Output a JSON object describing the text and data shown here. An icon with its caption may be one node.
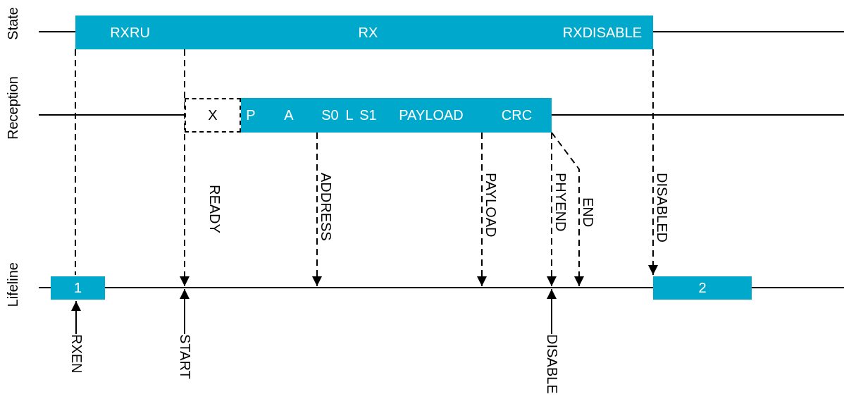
{
  "diagram": {
    "nodes": [
      {
        "text": [
          "RXRU"
        ]
      },
      {
        "text": [
          "RX"
        ]
      },
      {
        "text": [
          "RXDISABLE"
        ]
      },
      {
        "text": [
          "X"
        ]
      },
      {
        "text": [
          "P"
        ]
      },
      {
        "text": [
          "A"
        ]
      },
      {
        "text": [
          "S0"
        ]
      },
      {
        "text": [
          "L"
        ]
      },
      {
        "text": [
          "S1"
        ]
      },
      {
        "text": [
          "PAYLOAD"
        ]
      },
      {
        "text": [
          "CRC"
        ]
      },
      {
        "text": [
          "1"
        ]
      },
      {
        "text": [
          "2"
        ]
      },
      {
        "text": [
          "RXEN"
        ]
      },
      {
        "text": [
          "START"
        ]
      },
      {
        "text": [
          "DISABLE"
        ]
      }
    ],
    "edges": [
      {
        "from": 0,
        "to": 11,
        "arrow": "none",
        "style": "dashed"
      },
      {
        "from": 1,
        "to": null,
        "arrow": "to",
        "style": "dashed",
        "label": "READY"
      },
      {
        "from": 5,
        "to": null,
        "arrow": "to",
        "style": "dashed",
        "label": "ADDRESS"
      },
      {
        "from": 9,
        "to": null,
        "arrow": "to",
        "style": "dashed",
        "label": "PAYLOAD"
      },
      {
        "from": 10,
        "to": null,
        "arrow": "to",
        "style": "dashed",
        "label": "PHYEND"
      },
      {
        "from": 10,
        "to": null,
        "arrow": "to",
        "style": "dashed",
        "label": "END"
      },
      {
        "from": 2,
        "to": 12,
        "arrow": "to",
        "style": "dashed",
        "label": "DISABLED"
      },
      {
        "from": 13,
        "to": 11,
        "arrow": "to"
      },
      {
        "from": 14,
        "to": null,
        "arrow": "to"
      },
      {
        "from": 15,
        "to": null,
        "arrow": "to"
      }
    ],
    "labels": [
      "State",
      "Reception",
      "Lifeline"
    ]
  }
}
